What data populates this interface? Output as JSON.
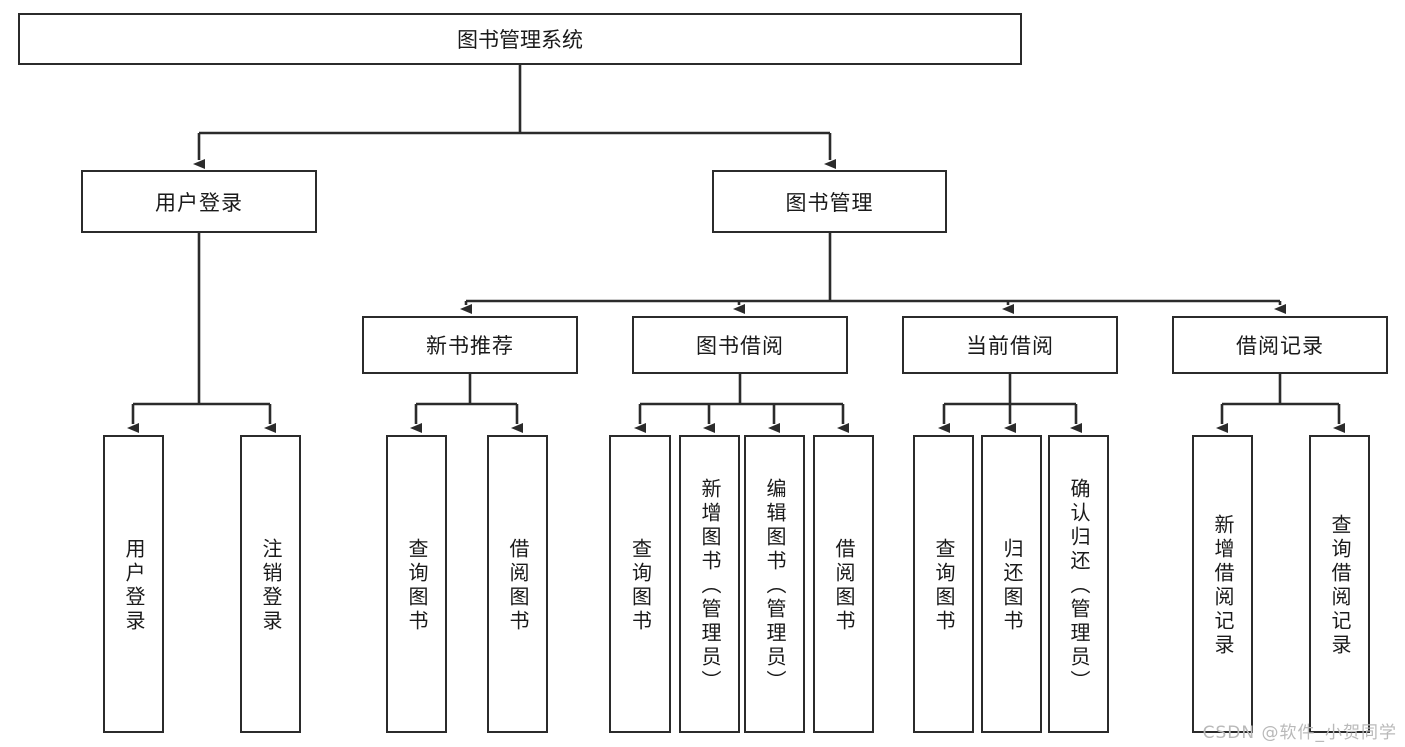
{
  "diagram": {
    "title": "图书管理系统",
    "level2": [
      {
        "id": "user-login",
        "label": "用户登录"
      },
      {
        "id": "book-manage",
        "label": "图书管理"
      }
    ],
    "level3": [
      {
        "id": "new-book-recommend",
        "label": "新书推荐"
      },
      {
        "id": "book-borrow",
        "label": "图书借阅"
      },
      {
        "id": "current-borrow",
        "label": "当前借阅"
      },
      {
        "id": "borrow-record",
        "label": "借阅记录"
      }
    ],
    "leaves": [
      {
        "id": "leaf-user-login",
        "label": "用户登录"
      },
      {
        "id": "leaf-logout-login",
        "label": "注销登录"
      },
      {
        "id": "leaf-query-book-1",
        "label": "查询图书"
      },
      {
        "id": "leaf-borrow-book-1",
        "label": "借阅图书"
      },
      {
        "id": "leaf-query-book-2",
        "label": "查询图书"
      },
      {
        "id": "leaf-add-book-admin",
        "label": "新增图书（管理员）"
      },
      {
        "id": "leaf-edit-book-admin",
        "label": "编辑图书（管理员）"
      },
      {
        "id": "leaf-borrow-book-2",
        "label": "借阅图书"
      },
      {
        "id": "leaf-query-book-3",
        "label": "查询图书"
      },
      {
        "id": "leaf-return-book",
        "label": "归还图书"
      },
      {
        "id": "leaf-confirm-return-admin",
        "label": "确认归还（管理员）"
      },
      {
        "id": "leaf-add-borrow-record",
        "label": "新增借阅记录"
      },
      {
        "id": "leaf-query-borrow-record",
        "label": "查询借阅记录"
      }
    ],
    "watermark": "CSDN @软件_小贺同学",
    "colors": {
      "stroke": "#2b2b2b",
      "background": "#ffffff",
      "text": "#1a1a1a",
      "watermark": "#b9b9b9"
    }
  }
}
